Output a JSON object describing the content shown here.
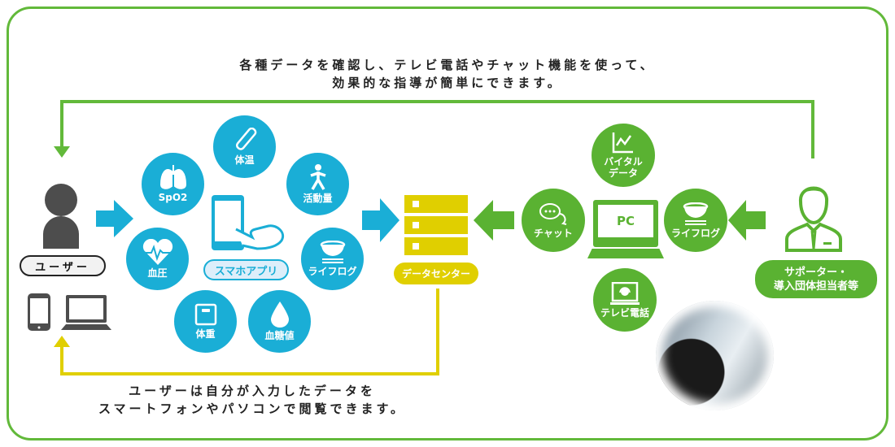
{
  "top_caption": {
    "line1": "各種データを確認し、テレビ電話やチャット機能を使って、",
    "line2": "効果的な指導が簡単にできます。"
  },
  "bottom_caption": {
    "line1": "ユーザーは自分が入力したデータを",
    "line2": "スマートフォンやパソコンで閲覧できます。"
  },
  "user": {
    "label": "ユーザー"
  },
  "app": {
    "label": "スマホアプリ",
    "items": {
      "temperature": "体温",
      "spo2": "SpO2",
      "activity": "活動量",
      "blood_pressure": "血圧",
      "lifelog": "ライフログ",
      "weight": "体重",
      "blood_sugar": "血糖値"
    }
  },
  "datacenter": {
    "label": "データセンター"
  },
  "pc": {
    "label": "PC",
    "items": {
      "vital": "バイタル",
      "vital2": "データ",
      "chat": "チャット",
      "lifelog": "ライフログ",
      "video": "テレビ電話"
    }
  },
  "supporter": {
    "line1": "サポーター・",
    "line2": "導入団体担当者等"
  },
  "colors": {
    "blue": "#1aaed6",
    "green": "#5ab232",
    "yellow": "#e0cf00",
    "frame": "#62b93a"
  }
}
